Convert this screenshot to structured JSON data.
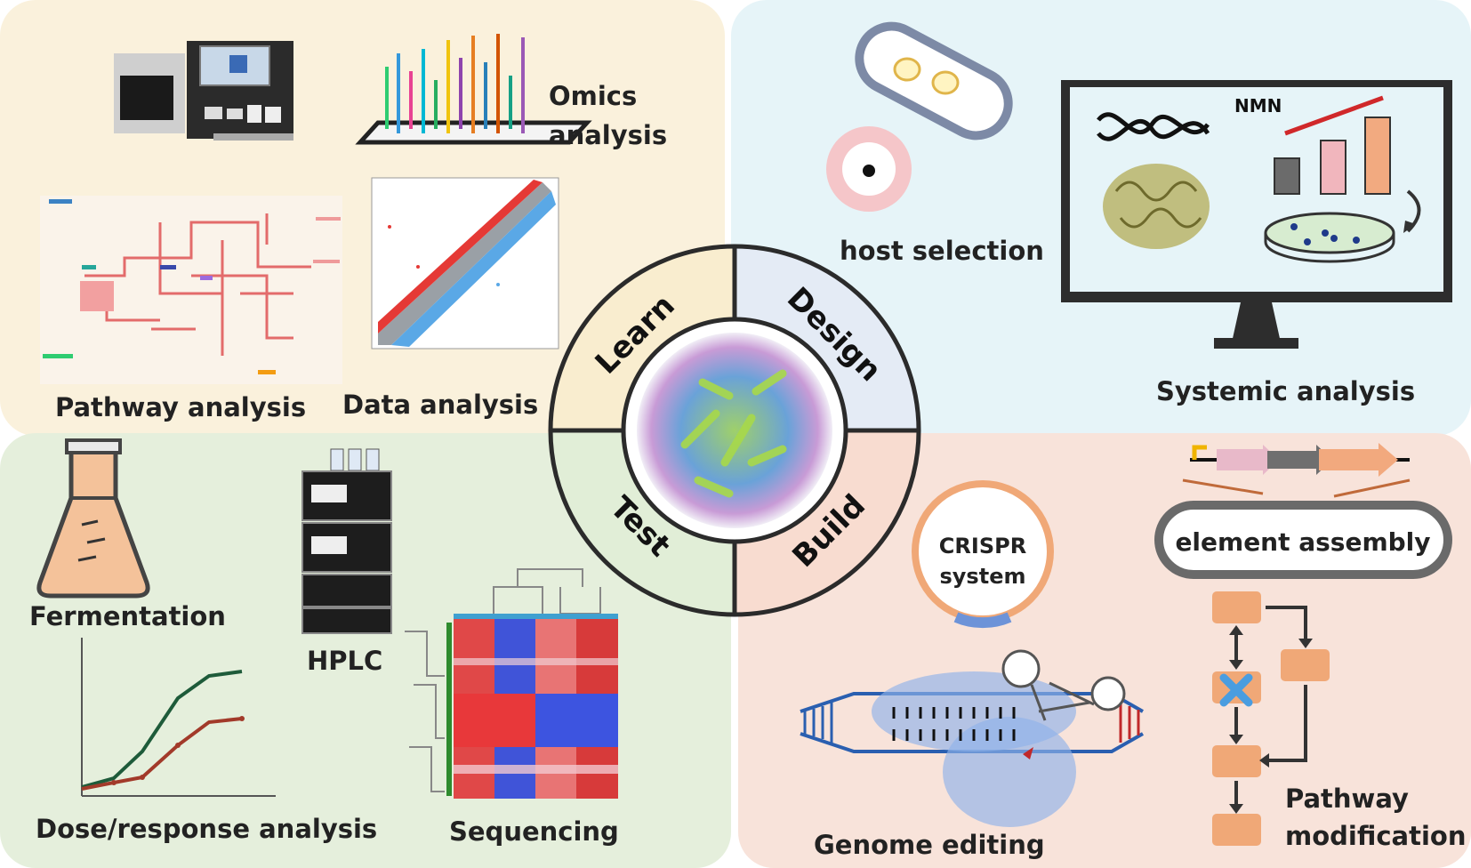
{
  "cycle": {
    "learn": "Learn",
    "design": "Design",
    "build": "Build",
    "test": "Test"
  },
  "learn_panel": {
    "omics": "Omics analysis",
    "pathway": "Pathway analysis",
    "data": "Data analysis"
  },
  "design_panel": {
    "host": "host selection",
    "systemic": "Systemic analysis",
    "nmn": "NMN"
  },
  "test_panel": {
    "fermentation": "Fermentation",
    "hplc": "HPLC",
    "dose": "Dose/response analysis",
    "sequencing": "Sequencing"
  },
  "build_panel": {
    "crispr_line1": "CRISPR",
    "crispr_line2": "system",
    "assembly": "element assembly",
    "genome": "Genome editing",
    "pathway_line1": "Pathway",
    "pathway_line2": "modification"
  },
  "colors": {
    "learn": "#faf1dc",
    "design": "#e6f4f8",
    "test": "#e5efdc",
    "build": "#f8e3da",
    "orange_block": "#f0a877",
    "crispr_ring": "#f0a877"
  }
}
